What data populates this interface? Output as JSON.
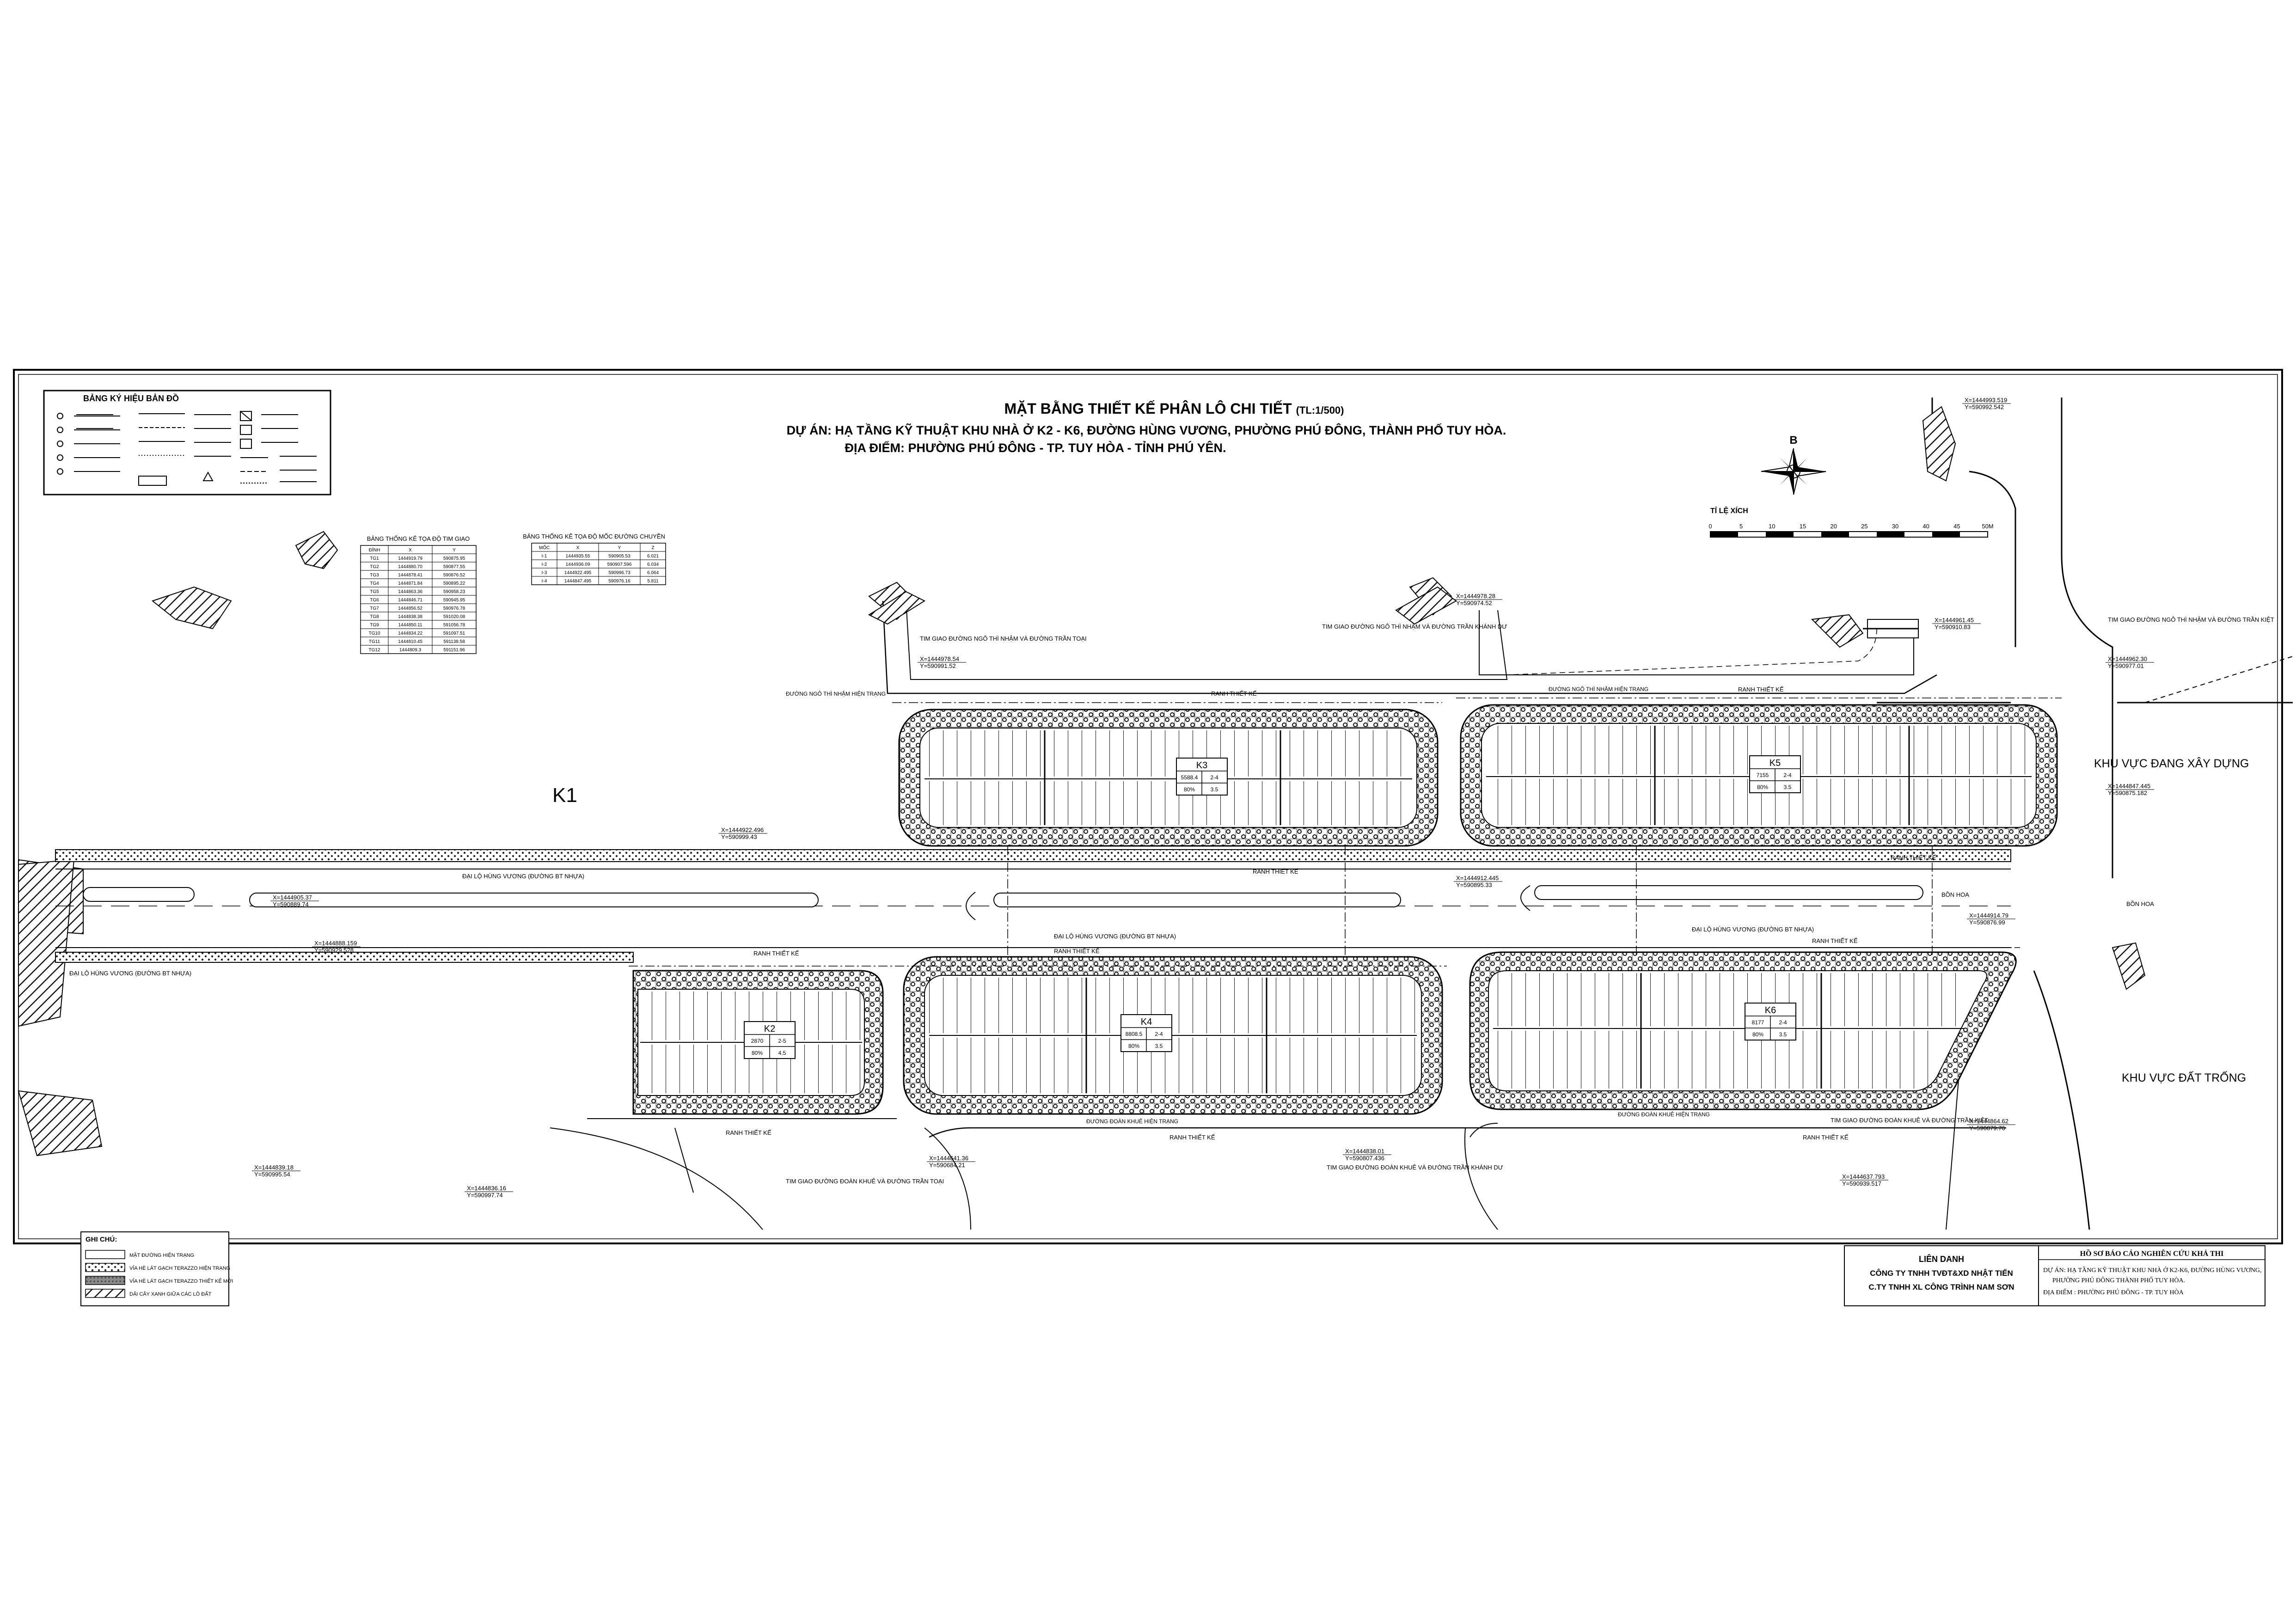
{
  "title": {
    "main": "MẶT BẰNG THIẾT KẾ PHÂN LÔ CHI TIẾT",
    "scale_note": "(TL:1/500)",
    "project": "DỰ ÁN: HẠ TẦNG KỸ THUẬT KHU NHÀ Ở K2 - K6, ĐƯỜNG HÙNG VƯƠNG, PHƯỜNG PHÚ ĐÔNG, THÀNH PHỐ TUY HÒA.",
    "location": "ĐỊA ĐIỂM: PHƯỜNG PHÚ ĐÔNG - TP. TUY HÒA - TỈNH PHÚ YÊN."
  },
  "legend": {
    "title": "BẢNG KÝ HIỆU BẢN ĐỒ"
  },
  "tables": {
    "t1_title": "BẢNG THỐNG KÊ TỌA ĐỘ TIM GIAO",
    "t1_headers": [
      "ĐỈNH",
      "X",
      "Y"
    ],
    "t1_rows": [
      [
        "TG1",
        "1444919.79",
        "590875.95"
      ],
      [
        "TG2",
        "1444880.70",
        "590877.55"
      ],
      [
        "TG3",
        "1444878.41",
        "590876.52"
      ],
      [
        "TG4",
        "1444871.84",
        "590895.22"
      ],
      [
        "TG5",
        "1444863.36",
        "590958.23"
      ],
      [
        "TG6",
        "1444846.71",
        "590945.95"
      ],
      [
        "TG7",
        "1444856.52",
        "590976.78"
      ],
      [
        "TG8",
        "1444838.38",
        "591020.08"
      ],
      [
        "TG9",
        "1444850.11",
        "591056.78"
      ],
      [
        "TG10",
        "1444834.22",
        "591097.51"
      ],
      [
        "TG11",
        "1444810.45",
        "591138.58"
      ],
      [
        "TG12",
        "1444809.3",
        "591151.96"
      ]
    ],
    "t2_title": "BẢNG THỐNG KÊ TỌA ĐỘ MỐC ĐƯỜNG CHUYỀN",
    "t2_headers": [
      "MỐC",
      "X",
      "Y",
      "Z"
    ],
    "t2_rows": [
      [
        "I-1",
        "1444935.55",
        "590905.53",
        "6.021"
      ],
      [
        "I-2",
        "1444936.09",
        "590907.596",
        "6.034"
      ],
      [
        "I-3",
        "1444922.495",
        "590996.73",
        "6.064"
      ],
      [
        "I-4",
        "1444847.495",
        "590976.16",
        "5.811"
      ]
    ]
  },
  "north": {
    "label": "B"
  },
  "scalebar": {
    "title": "TỈ LỆ XÍCH",
    "ticks": [
      "0",
      "5",
      "10",
      "15",
      "20",
      "25",
      "30",
      "40",
      "45",
      "50M"
    ]
  },
  "blocks": [
    {
      "id": "K3",
      "area": "5588.4",
      "floors": "2-4",
      "density": "80%",
      "far": "3.5"
    },
    {
      "id": "K5",
      "area": "7155",
      "floors": "2-4",
      "density": "80%",
      "far": "3.5"
    },
    {
      "id": "K2",
      "area": "2870",
      "floors": "2-5",
      "density": "80%",
      "far": "4.5"
    },
    {
      "id": "K4",
      "area": "8808.5",
      "floors": "2-4",
      "density": "80%",
      "far": "3.5"
    },
    {
      "id": "K6",
      "area": "8177",
      "floors": "2-4",
      "density": "80%",
      "far": "3.5"
    }
  ],
  "areas": {
    "k1": "K1",
    "under_construction": "KHU VỰC ĐANG XÂY DỰNG",
    "vacant": "KHU VỰC ĐẤT TRỐNG"
  },
  "labels": {
    "road_main": "ĐẠI LỘ HÙNG VƯƠNG (ĐƯỜNG BT NHỰA)",
    "road_ngo_thi_nham": "ĐƯỜNG NGÔ THÌ NHẬM HIỆN TRẠNG",
    "road_doan_khue": "ĐƯỜNG ĐOÀN KHUÊ HIỆN TRẠNG",
    "design_limit": "RANH THIẾT KẾ",
    "flower_bed": "BỒN HOA",
    "int_ngo_tran_toan": "TIM GIAO ĐƯỜNG NGÔ THÌ NHẬM VÀ ĐƯỜNG TRẦN TOẠI",
    "int_ngo_tran_khanh_du": "TIM GIAO ĐƯỜNG NGÔ THÌ NHẬM VÀ ĐƯỜNG TRẦN KHÁNH DƯ",
    "int_ngo_tran_kiet": "TIM GIAO ĐƯỜNG NGÔ THÌ NHẬM VÀ ĐƯỜNG TRẦN KIỆT",
    "int_doan_tran_toan": "TIM GIAO ĐƯỜNG ĐOÀN KHUÊ VÀ ĐƯỜNG TRẦN TOẠI",
    "int_doan_tran_khanh_du": "TIM GIAO ĐƯỜNG ĐOÀN KHUÊ VÀ ĐƯỜNG TRẦN KHÁNH DƯ",
    "int_doan_tran_kiet": "TIM GIAO ĐƯỜNG ĐOÀN KHUÊ VÀ ĐƯỜNG TRẦN KIỆT"
  },
  "coords": [
    "X=1444978.54",
    "Y=590991.52",
    "X=1444978.28",
    "Y=590974.52",
    "X=1444961.45",
    "Y=590910.83",
    "X=1444962.30",
    "Y=590977.01",
    "X=1444993.519",
    "Y=590992.542",
    "X=1444922.496",
    "Y=590999.43",
    "X=1444905.37",
    "Y=590889.74",
    "X=1444912.445",
    "Y=590895.33",
    "X=1444914.79",
    "Y=590876.99",
    "X=1444847.445",
    "Y=590875.182",
    "X=1444888.159",
    "Y=590929.528",
    "X=1444839.18",
    "Y=590995.54",
    "X=1444836.16",
    "Y=590997.74",
    "X=1444641.36",
    "Y=590684.21",
    "X=1444838.01",
    "Y=590807.436",
    "X=1444864.62",
    "Y=590879.76",
    "X=1444637.793",
    "Y=590939.517"
  ],
  "notes": {
    "title": "GHI CHÚ:",
    "items": [
      "MẶT ĐƯỜNG HIỆN TRẠNG",
      "VỈA HÈ LÁT GẠCH TERAZZO HIỆN TRẠNG",
      "VỈA HÈ LÁT GẠCH TERAZZO THIẾT KẾ MỚI",
      "DẢI CÂY XANH GIỮA CÁC LÔ ĐẤT"
    ]
  },
  "consultant": {
    "line1": "LIÊN DANH",
    "line2": "CÔNG TY TNHH TVĐT&XD NHẬT TIẾN",
    "line3": "C.TY TNHH XL CÔNG TRÌNH NAM SƠN"
  },
  "report": {
    "title": "HỒ SƠ BÁO CÁO NGHIÊN CỨU KHẢ THI",
    "project": "DỰ ÁN: HẠ TẦNG KỸ THUẬT KHU NHÀ Ở K2-K6, ĐƯỜNG HÙNG VƯƠNG,",
    "project2": "PHƯỜNG PHÚ ĐÔNG THÀNH PHỐ TUY HÒA.",
    "location": "ĐỊA ĐIỂM : PHƯỜNG PHÚ ĐÔNG - TP. TUY HÒA"
  },
  "colors": {
    "line": "#000000",
    "hatch": "#444444",
    "paper": "#ffffff"
  }
}
